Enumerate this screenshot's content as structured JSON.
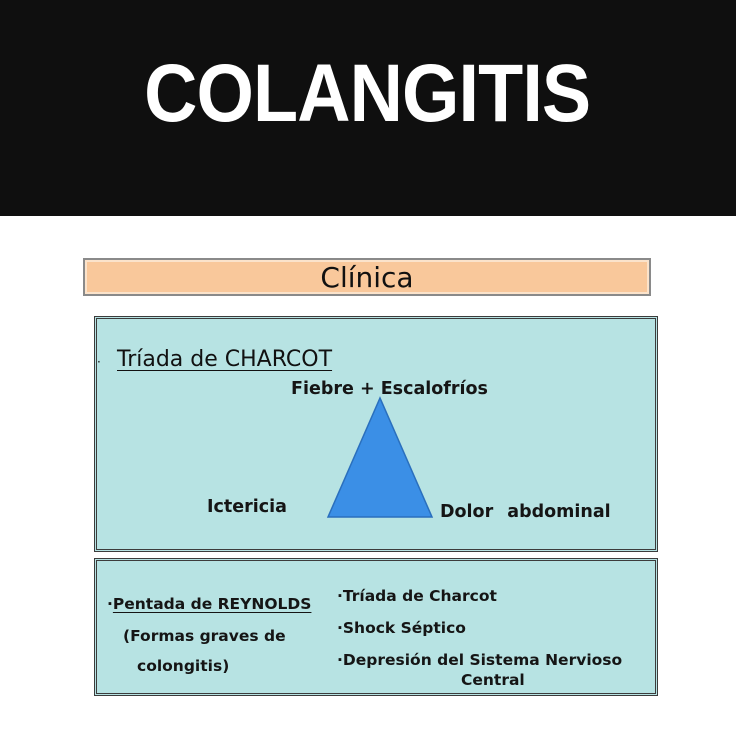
{
  "header": {
    "title": "COLANGITIS"
  },
  "section": {
    "title": "Clínica"
  },
  "charcot": {
    "bullet": "·",
    "title": "Tríada de CHARCOT",
    "top_label": "Fiebre + Escalofríos",
    "left_label": "Ictericia",
    "right_label": "Dolor abdominal",
    "triangle_color": "#3b8fe6"
  },
  "reynolds": {
    "title_prefix": "·",
    "title": "Pentada de REYNOLDS",
    "note_line_1": "(Formas graves de",
    "note_line_2": "colongitis)",
    "items": [
      "·Tríada de Charcot",
      "·Shock Séptico",
      "·Depresión del Sistema Nervioso",
      "Central"
    ]
  },
  "colors": {
    "header_bg": "#0f0f0f",
    "section_bar_bg": "#f9c89b",
    "panel_bg": "#b7e3e3"
  }
}
